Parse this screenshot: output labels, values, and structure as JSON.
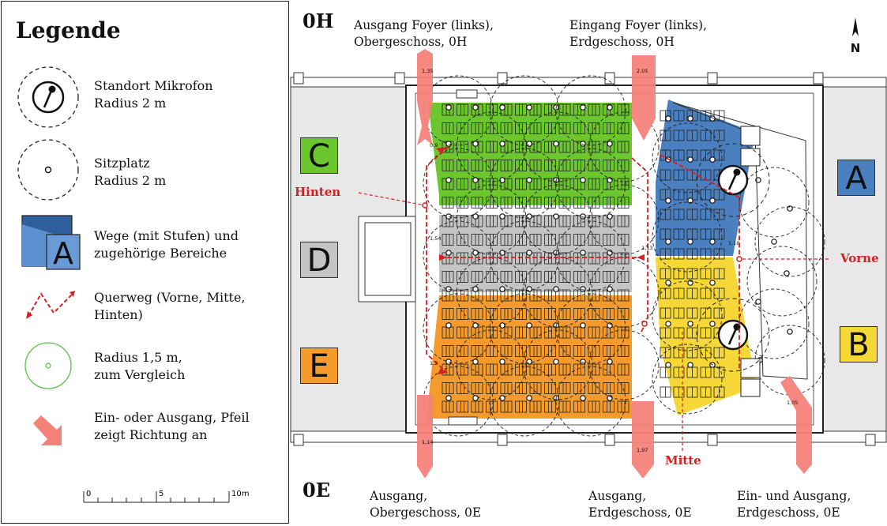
{
  "legend": {
    "title": "Legende",
    "items": [
      {
        "icon": "microphone-icon",
        "lines": [
          "Standort Mikrofon",
          "Radius 2 m"
        ]
      },
      {
        "icon": "seat-radius-icon",
        "lines": [
          "Sitzplatz",
          "Radius 2 m"
        ]
      },
      {
        "icon": "paths-area-icon",
        "badge": "A",
        "lines": [
          "Wege (mit Stufen) und",
          "zugehörige Bereiche"
        ]
      },
      {
        "icon": "cross-path-arrow-icon",
        "lines": [
          "Querweg (Vorne, Mitte,",
          "Hinten)"
        ]
      },
      {
        "icon": "radius-circle-icon",
        "lines": [
          "Radius 1,5 m,",
          "zum Vergleich"
        ]
      },
      {
        "icon": "entrance-arrow-icon",
        "lines": [
          "Ein- oder Ausgang, Pfeil",
          "zeigt Richtung an"
        ]
      }
    ],
    "scale": {
      "labels": [
        "0",
        "5",
        "10m"
      ]
    }
  },
  "floors": {
    "upper": "0H",
    "ground": "0E"
  },
  "north": "N",
  "doors": {
    "upper_exit": [
      "Ausgang Foyer (links),",
      "Obergeschoss, 0H"
    ],
    "upper_entry": [
      "Eingang Foyer (links),",
      "Erdgeschoss, 0H"
    ],
    "lower_exit_left": [
      "Ausgang,",
      "Obergeschoss, 0E"
    ],
    "lower_exit_mid": [
      "Ausgang,",
      "Erdgeschoss, 0E"
    ],
    "lower_both": [
      "Ein- und Ausgang,",
      "Erdgeschoss, 0E"
    ]
  },
  "paths": {
    "back": "Hinten",
    "front": "Vorne",
    "middle": "Mitte"
  },
  "areas": [
    {
      "id": "A",
      "color": "#4a7fc0"
    },
    {
      "id": "B",
      "color": "#f5d838"
    },
    {
      "id": "C",
      "color": "#6cc62e"
    },
    {
      "id": "D",
      "color": "#c4c4c4"
    },
    {
      "id": "E",
      "color": "#f59a2c"
    }
  ],
  "dimensions": [
    "1,35",
    "2,05",
    "0,9",
    "1,54",
    "1,13",
    "1,10",
    "1,14",
    "1,97",
    "1,05",
    "1,2"
  ],
  "colors": {
    "path": "#d42020",
    "arrow": "#f4827a",
    "circle_green": "#5ac24a"
  }
}
